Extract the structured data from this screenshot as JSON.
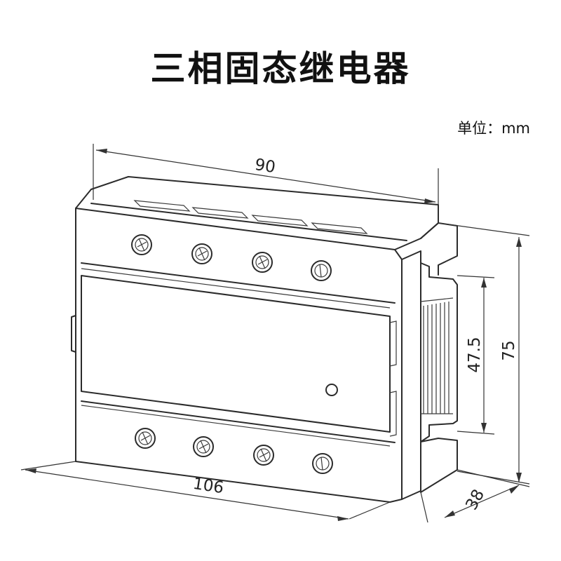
{
  "title": "三相固态继电器",
  "unit_label": "单位：mm",
  "dimensions": {
    "top_width": "90",
    "bottom_width": "106",
    "depth": "38",
    "height": "75",
    "mount_height": "47.5"
  }
}
